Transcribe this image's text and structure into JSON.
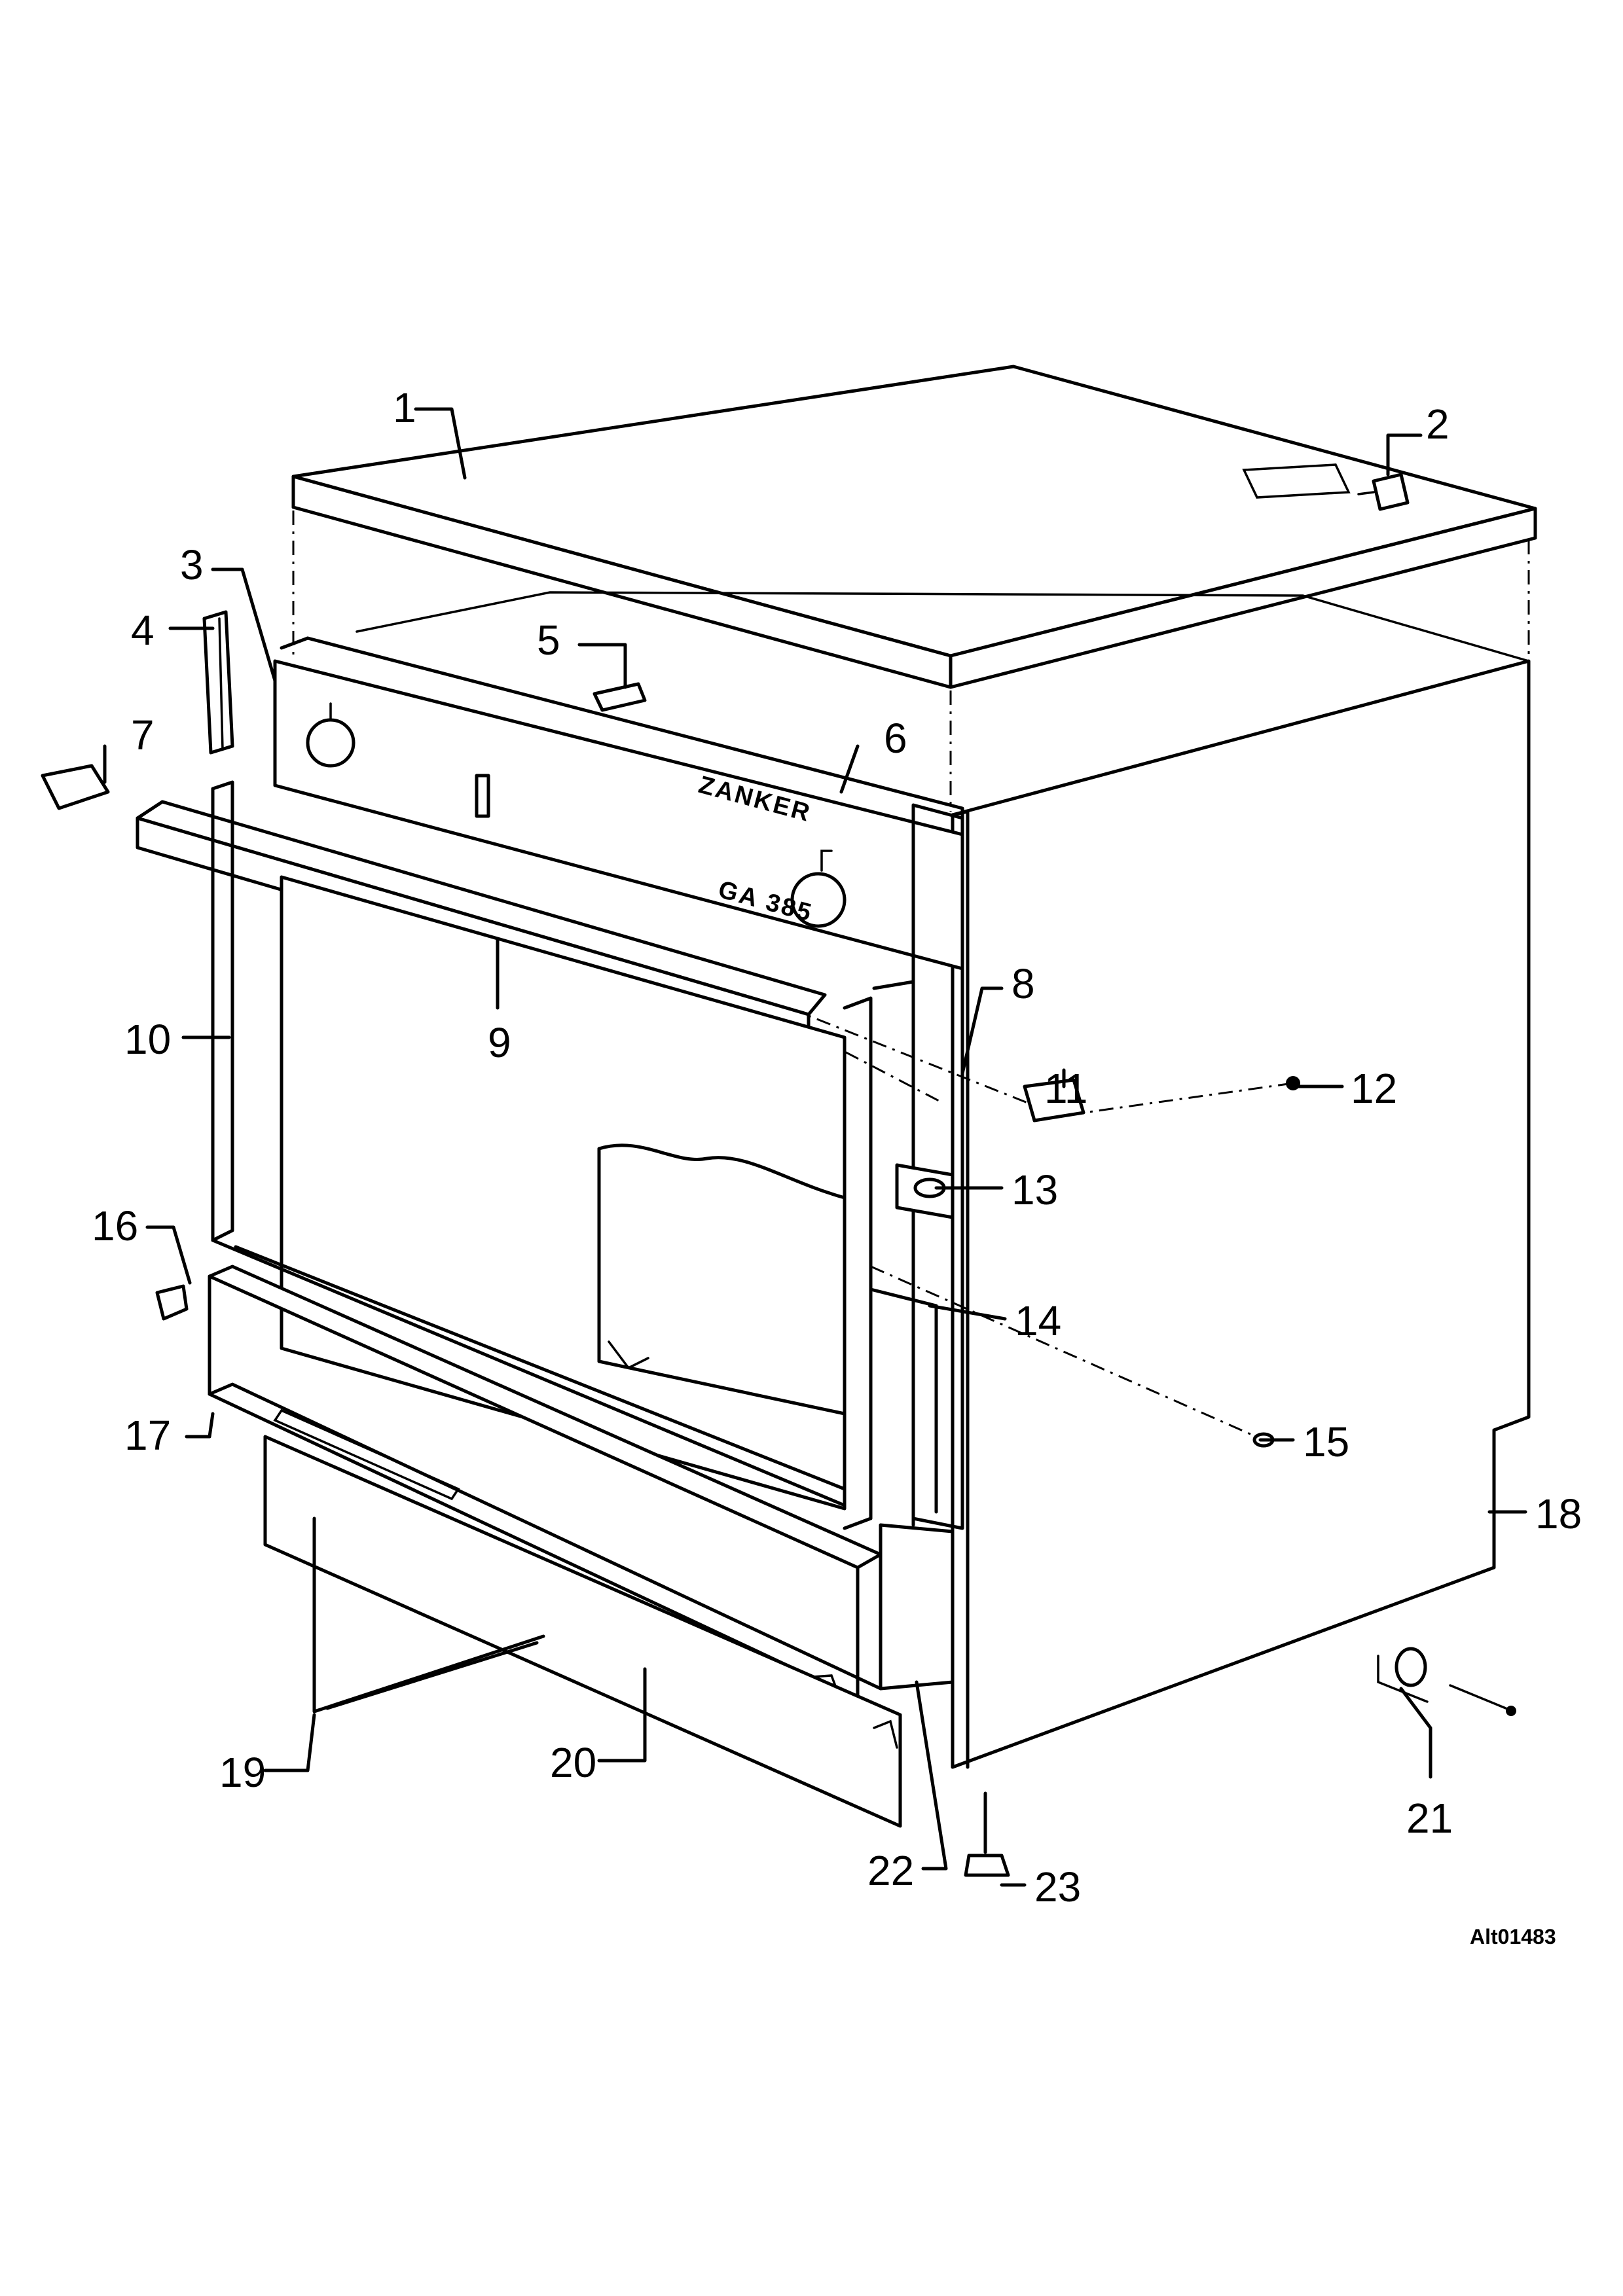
{
  "callouts": [
    "1",
    "2",
    "3",
    "4",
    "5",
    "6",
    "7",
    "8",
    "9",
    "10",
    "11",
    "12",
    "13",
    "14",
    "15",
    "16",
    "17",
    "18",
    "19",
    "20",
    "21",
    "22",
    "23"
  ],
  "panel": {
    "brand": "ZANKER",
    "model": "GA 385"
  },
  "figure_code": "Alt01483"
}
